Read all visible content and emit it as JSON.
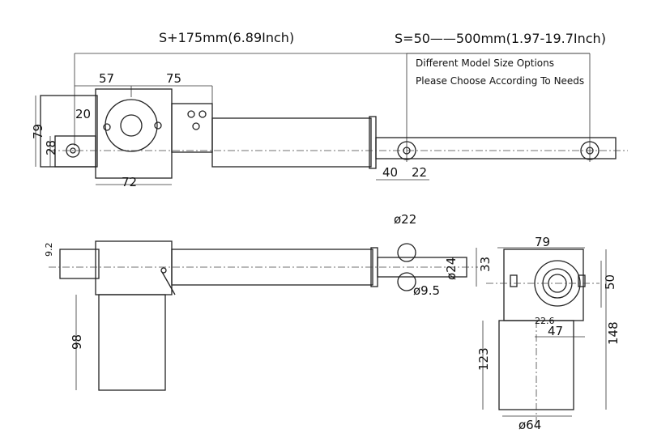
{
  "header": {
    "stroke_total": "S+175mm(6.89Inch)",
    "stroke_range": "S=50——500mm(1.97-19.7Inch)",
    "note_line1": "Different Model Size Options",
    "note_line2": "Please Choose According To Needs"
  },
  "top_view": {
    "d57": "57",
    "d75": "75",
    "d20": "20",
    "d79": "79",
    "d28": "28",
    "d72": "72",
    "d40": "40",
    "d22": "22"
  },
  "side_view": {
    "d9_2": "9.2",
    "d98": "98",
    "dia22": "ø22",
    "dia24": "ø24",
    "dia9_5": "ø9.5",
    "d33": "33"
  },
  "end_view": {
    "d79": "79",
    "d50": "50",
    "d22_6": "22.6",
    "d47": "47",
    "d123": "123",
    "d148": "148",
    "dia64": "ø64"
  },
  "colors": {
    "line": "#222222",
    "background": "#ffffff"
  }
}
